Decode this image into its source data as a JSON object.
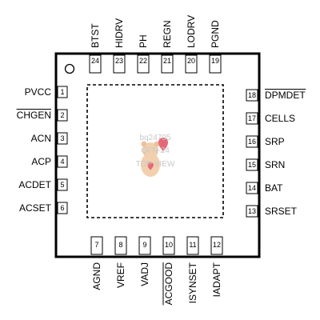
{
  "package": {
    "center_label_lines": [
      "bq24705",
      "QFN-24",
      "TOP VIEW"
    ],
    "body_color": "#000000",
    "watermark_color": "#e05060"
  },
  "pins": {
    "left": [
      {
        "num": "1",
        "name": "PVCC",
        "overbar": false
      },
      {
        "num": "2",
        "name": "CHGEN",
        "overbar": true
      },
      {
        "num": "3",
        "name": "ACN",
        "overbar": false
      },
      {
        "num": "4",
        "name": "ACP",
        "overbar": false
      },
      {
        "num": "5",
        "name": "ACDET",
        "overbar": false
      },
      {
        "num": "6",
        "name": "ACSET",
        "overbar": false
      }
    ],
    "bottom": [
      {
        "num": "7",
        "name": "AGND",
        "overbar": false
      },
      {
        "num": "8",
        "name": "VREF",
        "overbar": false
      },
      {
        "num": "9",
        "name": "VADJ",
        "overbar": false
      },
      {
        "num": "10",
        "name": "ACGOOD",
        "overbar": true
      },
      {
        "num": "11",
        "name": "ISYNSET",
        "overbar": false
      },
      {
        "num": "12",
        "name": "IADAPT",
        "overbar": false
      }
    ],
    "right": [
      {
        "num": "13",
        "name": "SRSET",
        "overbar": false
      },
      {
        "num": "14",
        "name": "BAT",
        "overbar": false
      },
      {
        "num": "15",
        "name": "SRN",
        "overbar": false
      },
      {
        "num": "16",
        "name": "SRP",
        "overbar": false
      },
      {
        "num": "17",
        "name": "CELLS",
        "overbar": false
      },
      {
        "num": "18",
        "name": "DPMDET",
        "overbar": true
      }
    ],
    "top": [
      {
        "num": "19",
        "name": "PGND",
        "overbar": false
      },
      {
        "num": "20",
        "name": "LODRV",
        "overbar": false
      },
      {
        "num": "21",
        "name": "REGN",
        "overbar": false
      },
      {
        "num": "22",
        "name": "PH",
        "overbar": false
      },
      {
        "num": "23",
        "name": "HIDRV",
        "overbar": false
      },
      {
        "num": "24",
        "name": "BTST",
        "overbar": false
      }
    ]
  }
}
